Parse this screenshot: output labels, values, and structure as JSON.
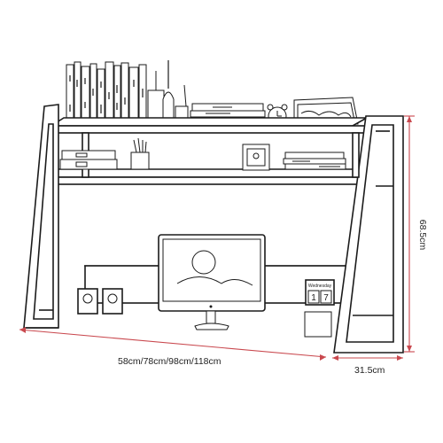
{
  "dimensions": {
    "width_label": "58cm/78cm/98cm/118cm",
    "height_label": "68.5cm",
    "depth_label": "31.5cm"
  },
  "colors": {
    "outline": "#1b1b1b",
    "dimension_line": "#c9484e",
    "background": "#ffffff"
  },
  "calendar": {
    "header": "Wednesday",
    "digit_left": "1",
    "digit_right": "7"
  }
}
